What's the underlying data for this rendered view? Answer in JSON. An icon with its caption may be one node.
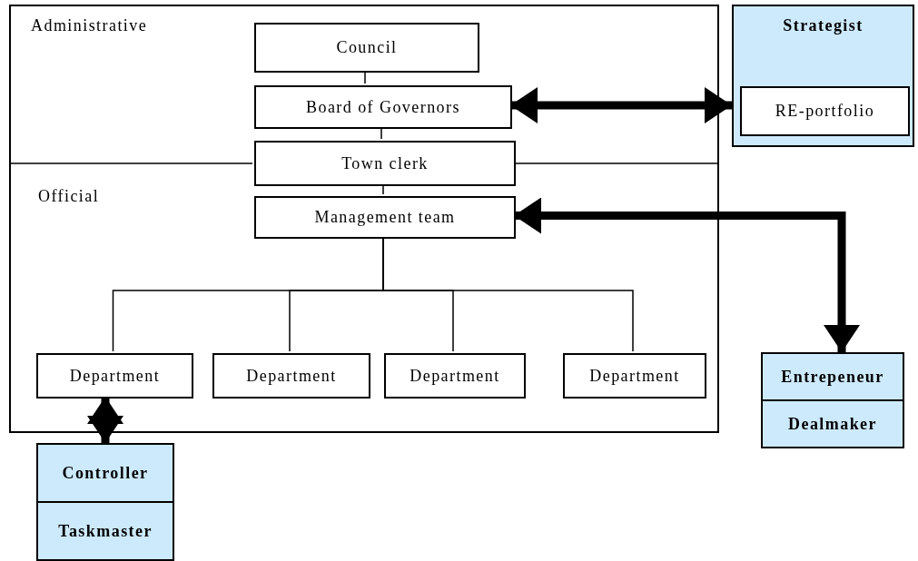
{
  "diagram": {
    "nodes": [
      {
        "text": [
          "Administrative",
          "Official"
        ]
      },
      {
        "text": [
          "Council"
        ],
        "in": 0
      },
      {
        "text": [
          "Board of Governors"
        ],
        "in": 0
      },
      {
        "text": [
          "Town clerk"
        ],
        "in": 0
      },
      {
        "text": [
          "Management team"
        ],
        "in": 0
      },
      {
        "text": [
          "Department"
        ],
        "in": 0
      },
      {
        "text": [
          "Department"
        ],
        "in": 0
      },
      {
        "text": [
          "Department"
        ],
        "in": 0
      },
      {
        "text": [
          "Department"
        ],
        "in": 0
      },
      {
        "text": [
          "Strategist"
        ]
      },
      {
        "text": [
          "RE-portfolio"
        ],
        "in": 9
      },
      {
        "text": [
          "Entrepeneur",
          "Dealmaker"
        ]
      },
      {
        "text": [
          "Controller",
          "Taskmaster"
        ]
      }
    ],
    "edges": [
      {
        "from": 1,
        "to": 2,
        "arrow": "none"
      },
      {
        "from": 2,
        "to": 3,
        "arrow": "none"
      },
      {
        "from": 3,
        "to": 4,
        "arrow": "none"
      },
      {
        "from": 4,
        "to": 5,
        "arrow": "none"
      },
      {
        "from": 4,
        "to": 6,
        "arrow": "none"
      },
      {
        "from": 4,
        "to": 7,
        "arrow": "none"
      },
      {
        "from": 4,
        "to": 8,
        "arrow": "none"
      },
      {
        "from": 2,
        "to": 9,
        "arrow": "both",
        "style": "thick"
      },
      {
        "from": 4,
        "to": 11,
        "arrow": "both",
        "style": "thick"
      },
      {
        "from": 5,
        "to": 12,
        "arrow": "both",
        "style": "thick"
      }
    ]
  }
}
